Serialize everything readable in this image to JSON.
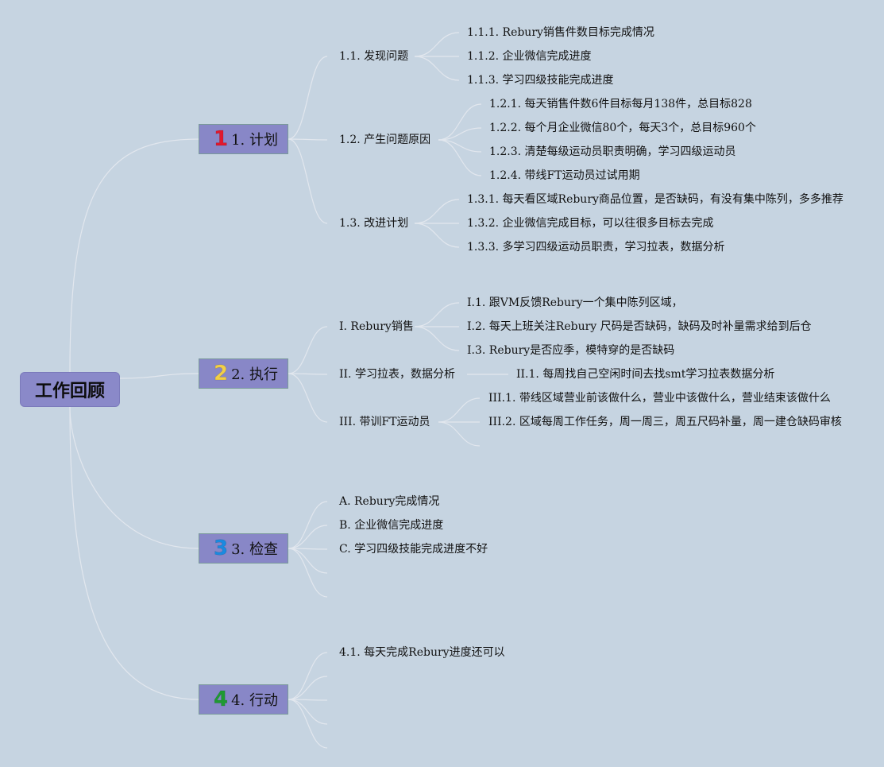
{
  "root": {
    "label": "工作回顾"
  },
  "colors": {
    "background": "#c6d4e1",
    "node_fill": "#8887c7",
    "link": "#e2e7ee",
    "num1": "#e0182e",
    "num2": "#f2cf47",
    "num3": "#1a8ae0",
    "num4": "#1f9a32"
  },
  "branches": [
    {
      "num": "1",
      "label": "1. 计划",
      "children": [
        {
          "label": "1.1. 发现问题",
          "children": [
            "1.1.1. Rebury销售件数目标完成情况",
            "1.1.2. 企业微信完成进度",
            "1.1.3. 学习四级技能完成进度"
          ]
        },
        {
          "label": "1.2. 产生问题原因",
          "children": [
            "1.2.1. 每天销售件数6件目标每月138件，总目标828",
            "1.2.2. 每个月企业微信80个，每天3个，总目标960个",
            "1.2.3. 清楚每级运动员职责明确，学习四级运动员",
            "1.2.4. 带线FT运动员过试用期"
          ]
        },
        {
          "label": "1.3. 改进计划",
          "children": [
            "1.3.1. 每天看区域Rebury商品位置，是否缺码，有没有集中陈列，多多推荐",
            "1.3.2. 企业微信完成目标，可以往很多目标去完成",
            "1.3.3. 多学习四级运动员职责，学习拉表，数据分析"
          ]
        }
      ]
    },
    {
      "num": "2",
      "label": "2. 执行",
      "children": [
        {
          "label": "I. Rebury销售",
          "children": [
            "I.1. 跟VM反馈Rebury一个集中陈列区域，",
            "I.2. 每天上班关注Rebury 尺码是否缺码，缺码及时补量需求给到后仓",
            "I.3. Rebury是否应季，模特穿的是否缺码"
          ]
        },
        {
          "label": "II. 学习拉表，数据分析",
          "children": [
            "II.1. 每周找自己空闲时间去找smt学习拉表数据分析"
          ]
        },
        {
          "label": "III. 带训FT运动员",
          "children": [
            "III.1. 带线区域营业前该做什么，营业中该做什么，营业结束该做什么",
            "III.2. 区域每周工作任务，周一周三，周五尺码补量，周一建仓缺码审核"
          ]
        }
      ]
    },
    {
      "num": "3",
      "label": "3. 检查",
      "children": [
        {
          "label": "A. Rebury完成情况",
          "children": []
        },
        {
          "label": "B. 企业微信完成进度",
          "children": []
        },
        {
          "label": "C. 学习四级技能完成进度不好",
          "children": []
        }
      ]
    },
    {
      "num": "4",
      "label": "4. 行动",
      "children": [
        {
          "label": "4.1. 每天完成Rebury进度还可以",
          "children": []
        }
      ]
    }
  ]
}
